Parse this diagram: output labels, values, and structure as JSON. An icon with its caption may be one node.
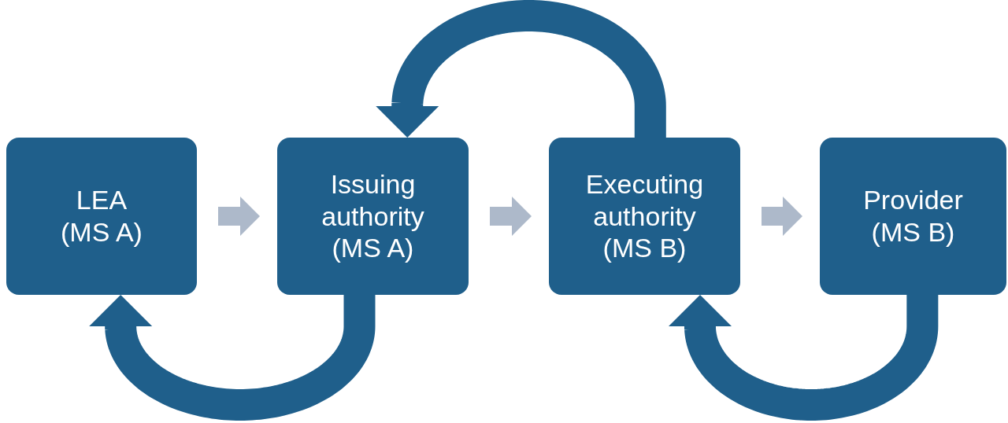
{
  "diagram": {
    "nodes": [
      {
        "text": [
          "LEA (MS A)"
        ]
      },
      {
        "text": [
          "Issuing authority (MS A)"
        ]
      },
      {
        "text": [
          "Executing authority (MS B)"
        ]
      },
      {
        "text": [
          "Provider (MS B)"
        ]
      }
    ],
    "edges": [
      {
        "from": 0,
        "to": 1,
        "arrow": "to",
        "color": "#adb9ca"
      },
      {
        "from": 1,
        "to": 2,
        "arrow": "to",
        "color": "#adb9ca"
      },
      {
        "from": 2,
        "to": 3,
        "arrow": "to",
        "color": "#adb9ca"
      },
      {
        "from": 2,
        "to": 1,
        "arrow": "to",
        "color": "#1f5f8b"
      },
      {
        "from": 1,
        "to": 0,
        "arrow": "to",
        "color": "#1f5f8b"
      },
      {
        "from": 3,
        "to": 2,
        "arrow": "to",
        "color": "#1f5f8b"
      }
    ]
  }
}
